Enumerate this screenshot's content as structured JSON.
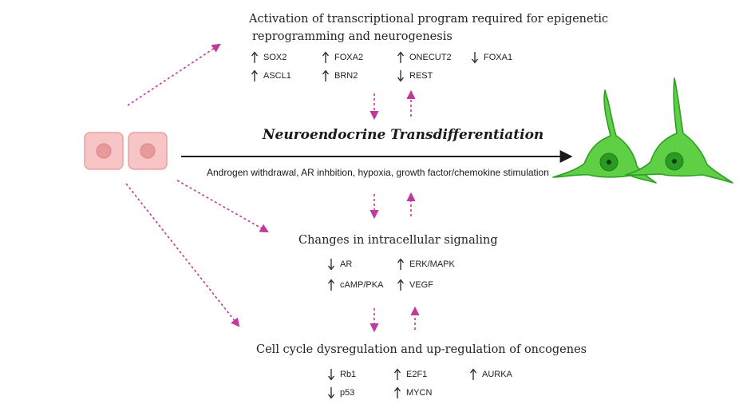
{
  "main": {
    "title": "Neuroendocrine Transdifferentiation",
    "stimuli": "Androgen withdrawal, AR inhbition, hypoxia, growth factor/chemokine stimulation"
  },
  "sections": {
    "epigenetic": {
      "heading_line1": "Activation of transcriptional program required for epigenetic",
      "heading_line2": "reprogramming and neurogenesis",
      "genes": [
        {
          "name": "SOX2",
          "direction": "up"
        },
        {
          "name": "FOXA2",
          "direction": "up"
        },
        {
          "name": "ONECUT2",
          "direction": "up"
        },
        {
          "name": "FOXA1",
          "direction": "down"
        },
        {
          "name": "ASCL1",
          "direction": "up"
        },
        {
          "name": "BRN2",
          "direction": "up"
        },
        {
          "name": "REST",
          "direction": "down"
        }
      ]
    },
    "signaling": {
      "heading": "Changes in intracellular signaling",
      "genes": [
        {
          "name": "AR",
          "direction": "down"
        },
        {
          "name": "ERK/MAPK",
          "direction": "up"
        },
        {
          "name": "cAMP/PKA",
          "direction": "up"
        },
        {
          "name": "VEGF",
          "direction": "up"
        }
      ]
    },
    "cellcycle": {
      "heading": "Cell cycle dysregulation and up-regulation of oncogenes",
      "genes": [
        {
          "name": "Rb1",
          "direction": "down"
        },
        {
          "name": "E2F1",
          "direction": "up"
        },
        {
          "name": "AURKA",
          "direction": "up"
        },
        {
          "name": "p53",
          "direction": "down"
        },
        {
          "name": "MYCN",
          "direction": "up"
        }
      ]
    }
  },
  "colors": {
    "dotted_arrow": "#c2399e",
    "epithelial_fill": "#f7c5c5",
    "epithelial_stroke": "#e8a1a1",
    "epithelial_nucleus": "#e89a9a",
    "neuron_fill": "#5fcf45",
    "neuron_stroke": "#2e9e24",
    "neuron_nucleus": "#1f7a1a",
    "main_arrow": "#1a1a1a"
  }
}
